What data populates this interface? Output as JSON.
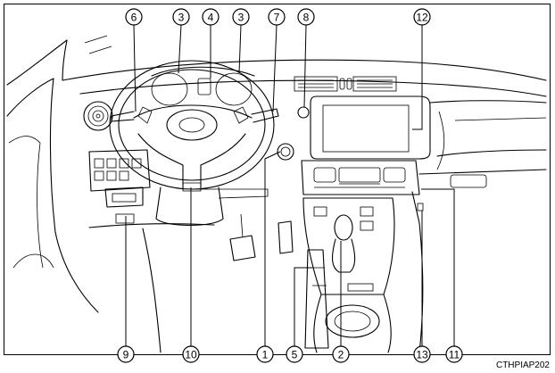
{
  "figure_code": "CTHPIAP202",
  "callouts": [
    {
      "label": "6"
    },
    {
      "label": "3"
    },
    {
      "label": "4"
    },
    {
      "label": "3"
    },
    {
      "label": "7"
    },
    {
      "label": "8"
    },
    {
      "label": "12"
    },
    {
      "label": "9"
    },
    {
      "label": "10"
    },
    {
      "label": "1"
    },
    {
      "label": "5"
    },
    {
      "label": "2"
    },
    {
      "label": "13"
    },
    {
      "label": "11"
    }
  ]
}
